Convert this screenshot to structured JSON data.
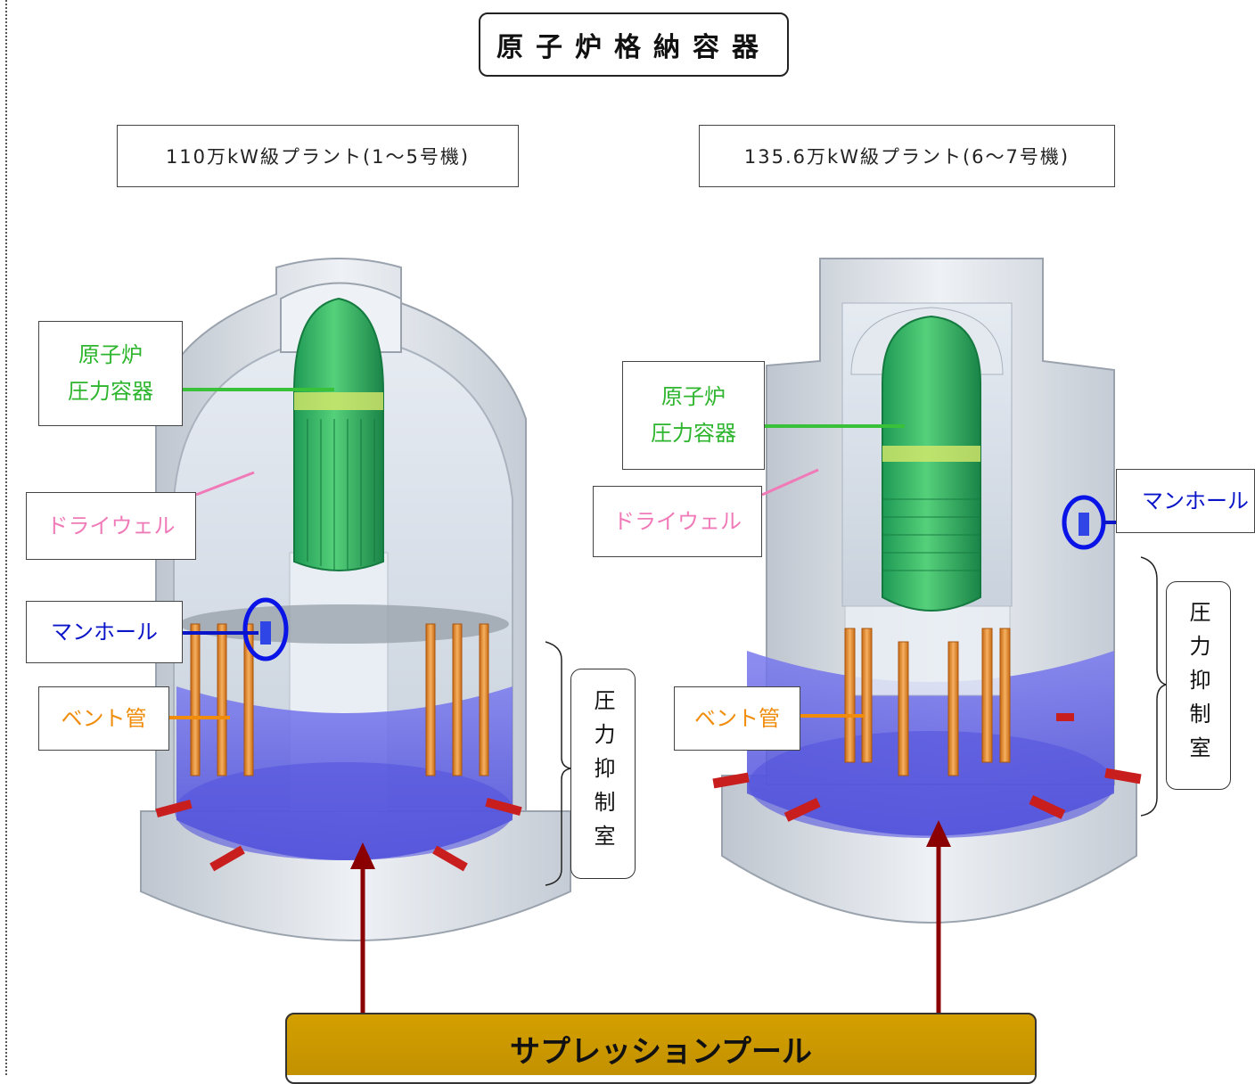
{
  "title": "原子炉格納容器",
  "plants": [
    {
      "label": "110万kW級プラント(1～5号機)"
    },
    {
      "label": "135.6万kW級プラント(6～7号機)"
    }
  ],
  "left": {
    "rpv_line1": "原子炉",
    "rpv_line2": "圧力容器",
    "drywell": "ドライウェル",
    "manhole": "マンホール",
    "vent": "ベント管",
    "suppression_chamber": "圧力抑制室"
  },
  "right": {
    "rpv_line1": "原子炉",
    "rpv_line2": "圧力容器",
    "drywell": "ドライウェル",
    "manhole": "マンホール",
    "vent": "ベント管",
    "suppression_chamber": "圧力抑制室"
  },
  "pool_label": "サプレッションプール",
  "colors": {
    "rpv_label": "#2db52d",
    "drywell_label": "#f07ab8",
    "manhole_label": "#0a14c8",
    "vent_label": "#f08c0a",
    "pool_banner": "#cc9900",
    "arrow": "#8b0000",
    "water": "#5a5ae6",
    "vessel": "#3bbd63"
  }
}
